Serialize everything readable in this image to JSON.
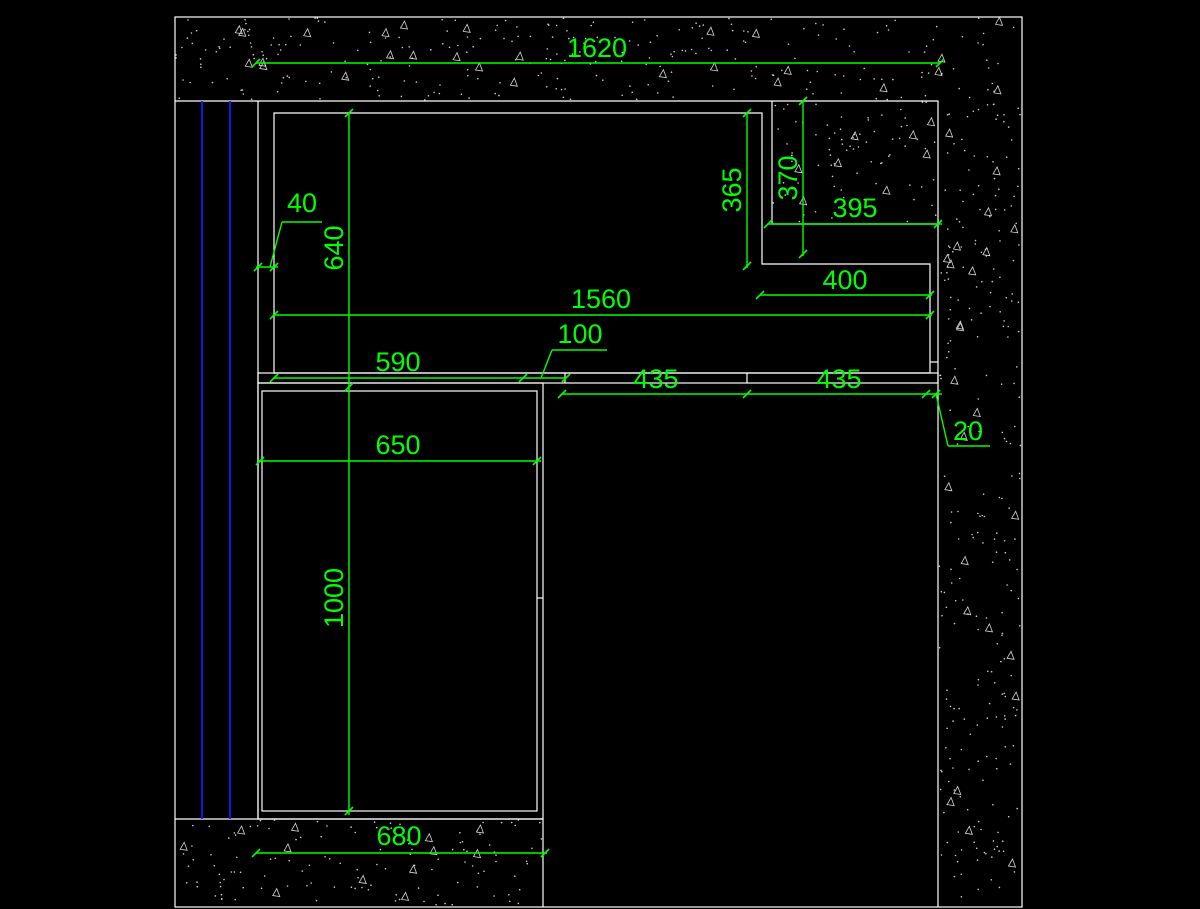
{
  "colors": {
    "background": "#000000",
    "walls": "#ffffff",
    "dimensions": "#00ff00",
    "pipes": "#1a1aff"
  },
  "dimensions": {
    "top_wall_width": "1620",
    "wall_offset": "40",
    "cabinet_depth": "640",
    "counter_length": "1560",
    "niche_depth": "365",
    "column_depth": "370",
    "column_width": "395",
    "niche_width": "400",
    "counter_left": "590",
    "gap": "100",
    "panel_1": "435",
    "panel_2": "435",
    "side_gap": "20",
    "lower_width": "650",
    "lower_depth": "1000",
    "bottom_wall_width": "680"
  }
}
